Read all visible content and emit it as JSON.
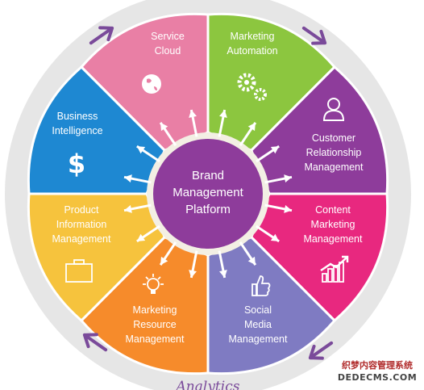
{
  "center": {
    "lines": [
      "Brand",
      "Management",
      "Platform"
    ],
    "color": "#8e3c9b"
  },
  "segments": [
    {
      "id": "service-cloud",
      "lines": [
        "Service",
        "Cloud"
      ],
      "color": "#e97fa5",
      "icon": "globe-icon"
    },
    {
      "id": "marketing-automation",
      "lines": [
        "Marketing",
        "Automation"
      ],
      "color": "#8cc63f",
      "icon": "gears-icon"
    },
    {
      "id": "customer-relationship-management",
      "lines": [
        "Customer",
        "Relationship",
        "Management"
      ],
      "color": "#8e3c9b",
      "icon": "person-icon"
    },
    {
      "id": "content-marketing-management",
      "lines": [
        "Content",
        "Marketing",
        "Management"
      ],
      "color": "#e8287f",
      "icon": "growth-chart-icon"
    },
    {
      "id": "social-media-management",
      "lines": [
        "Social",
        "Media",
        "Management"
      ],
      "color": "#7f7bc2",
      "icon": "thumbs-up-icon"
    },
    {
      "id": "marketing-resource-management",
      "lines": [
        "Marketing",
        "Resource",
        "Management"
      ],
      "color": "#f68b2b",
      "icon": "lightbulb-icon"
    },
    {
      "id": "product-information-management",
      "lines": [
        "Product",
        "Information",
        "Management"
      ],
      "color": "#f6c33d",
      "icon": "briefcase-icon"
    },
    {
      "id": "business-intelligence",
      "lines": [
        "Business",
        "Intelligence"
      ],
      "color": "#1e88d2",
      "icon": "dollar-icon"
    }
  ],
  "outer_ring_color": "#e6e6e6",
  "arrow_color": "#7a4a9a",
  "footer": {
    "label": "Analytics"
  },
  "watermark": {
    "line1": "织梦内容管理系统",
    "line2": "DEDECMS.COM"
  }
}
